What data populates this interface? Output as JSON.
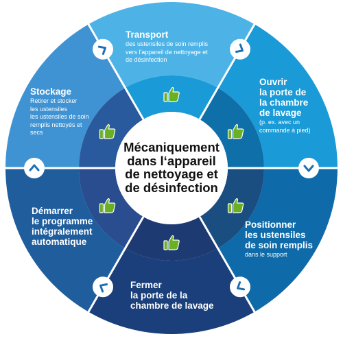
{
  "center": {
    "lines": [
      "Mécaniquement",
      "dans l‘appareil",
      "de nettoyage et",
      "de désinfection"
    ]
  },
  "segments": [
    {
      "id": "transport",
      "title": [
        "Transport"
      ],
      "desc": [
        "des ustensiles de soin remplis",
        "vers l'appareil de nettoyage et",
        "de désinfection"
      ],
      "outer_color": "#4db3e6",
      "inner_color": "#1a9bd7"
    },
    {
      "id": "ouvrir",
      "title": [
        "Ouvrir",
        "la porte de",
        "la chambre",
        "de lavage"
      ],
      "desc": [
        "(p. ex. avec un",
        "commande à pied)"
      ],
      "outer_color": "#1a9bd7",
      "inner_color": "#0f6fa8"
    },
    {
      "id": "positionner",
      "title": [
        "Positionner",
        "les ustensiles",
        "de soin remplis"
      ],
      "desc": [
        "dans le support"
      ],
      "outer_color": "#0e6aa8",
      "inner_color": "#1a4d80"
    },
    {
      "id": "fermer",
      "title": [
        "Fermer",
        "la porte de la",
        "chambre de lavage"
      ],
      "desc": [],
      "outer_color": "#1a3f7a",
      "inner_color": "#1e3a72"
    },
    {
      "id": "demarrer",
      "title": [
        "Démarrer",
        "le programme",
        "intégralement",
        "automatique"
      ],
      "desc": [],
      "outer_color": "#1f5d9c",
      "inner_color": "#2a4d8f"
    },
    {
      "id": "stockage",
      "title": [
        "Stockage"
      ],
      "desc": [
        "Retirer et stocker",
        "les ustensiles",
        "les ustensiles de soin",
        "remplis nettoyés et",
        "secs"
      ],
      "outer_color": "#3f93d3",
      "inner_color": "#2a5a9e"
    }
  ],
  "arrows": [
    {
      "name": "arrow-transport-ouvrir-icon",
      "glyph": "chevron-down-right"
    },
    {
      "name": "arrow-ouvrir-positionner-icon",
      "glyph": "chevron-down"
    },
    {
      "name": "arrow-positionner-fermer-icon",
      "glyph": "chevron-down-left"
    },
    {
      "name": "arrow-fermer-demarrer-icon",
      "glyph": "chevron-up-left"
    },
    {
      "name": "arrow-demarrer-stockage-icon",
      "glyph": "chevron-up"
    },
    {
      "name": "arrow-stockage-transport-icon",
      "glyph": "chevron-up-right"
    }
  ],
  "thumb_color": "#6ab023"
}
